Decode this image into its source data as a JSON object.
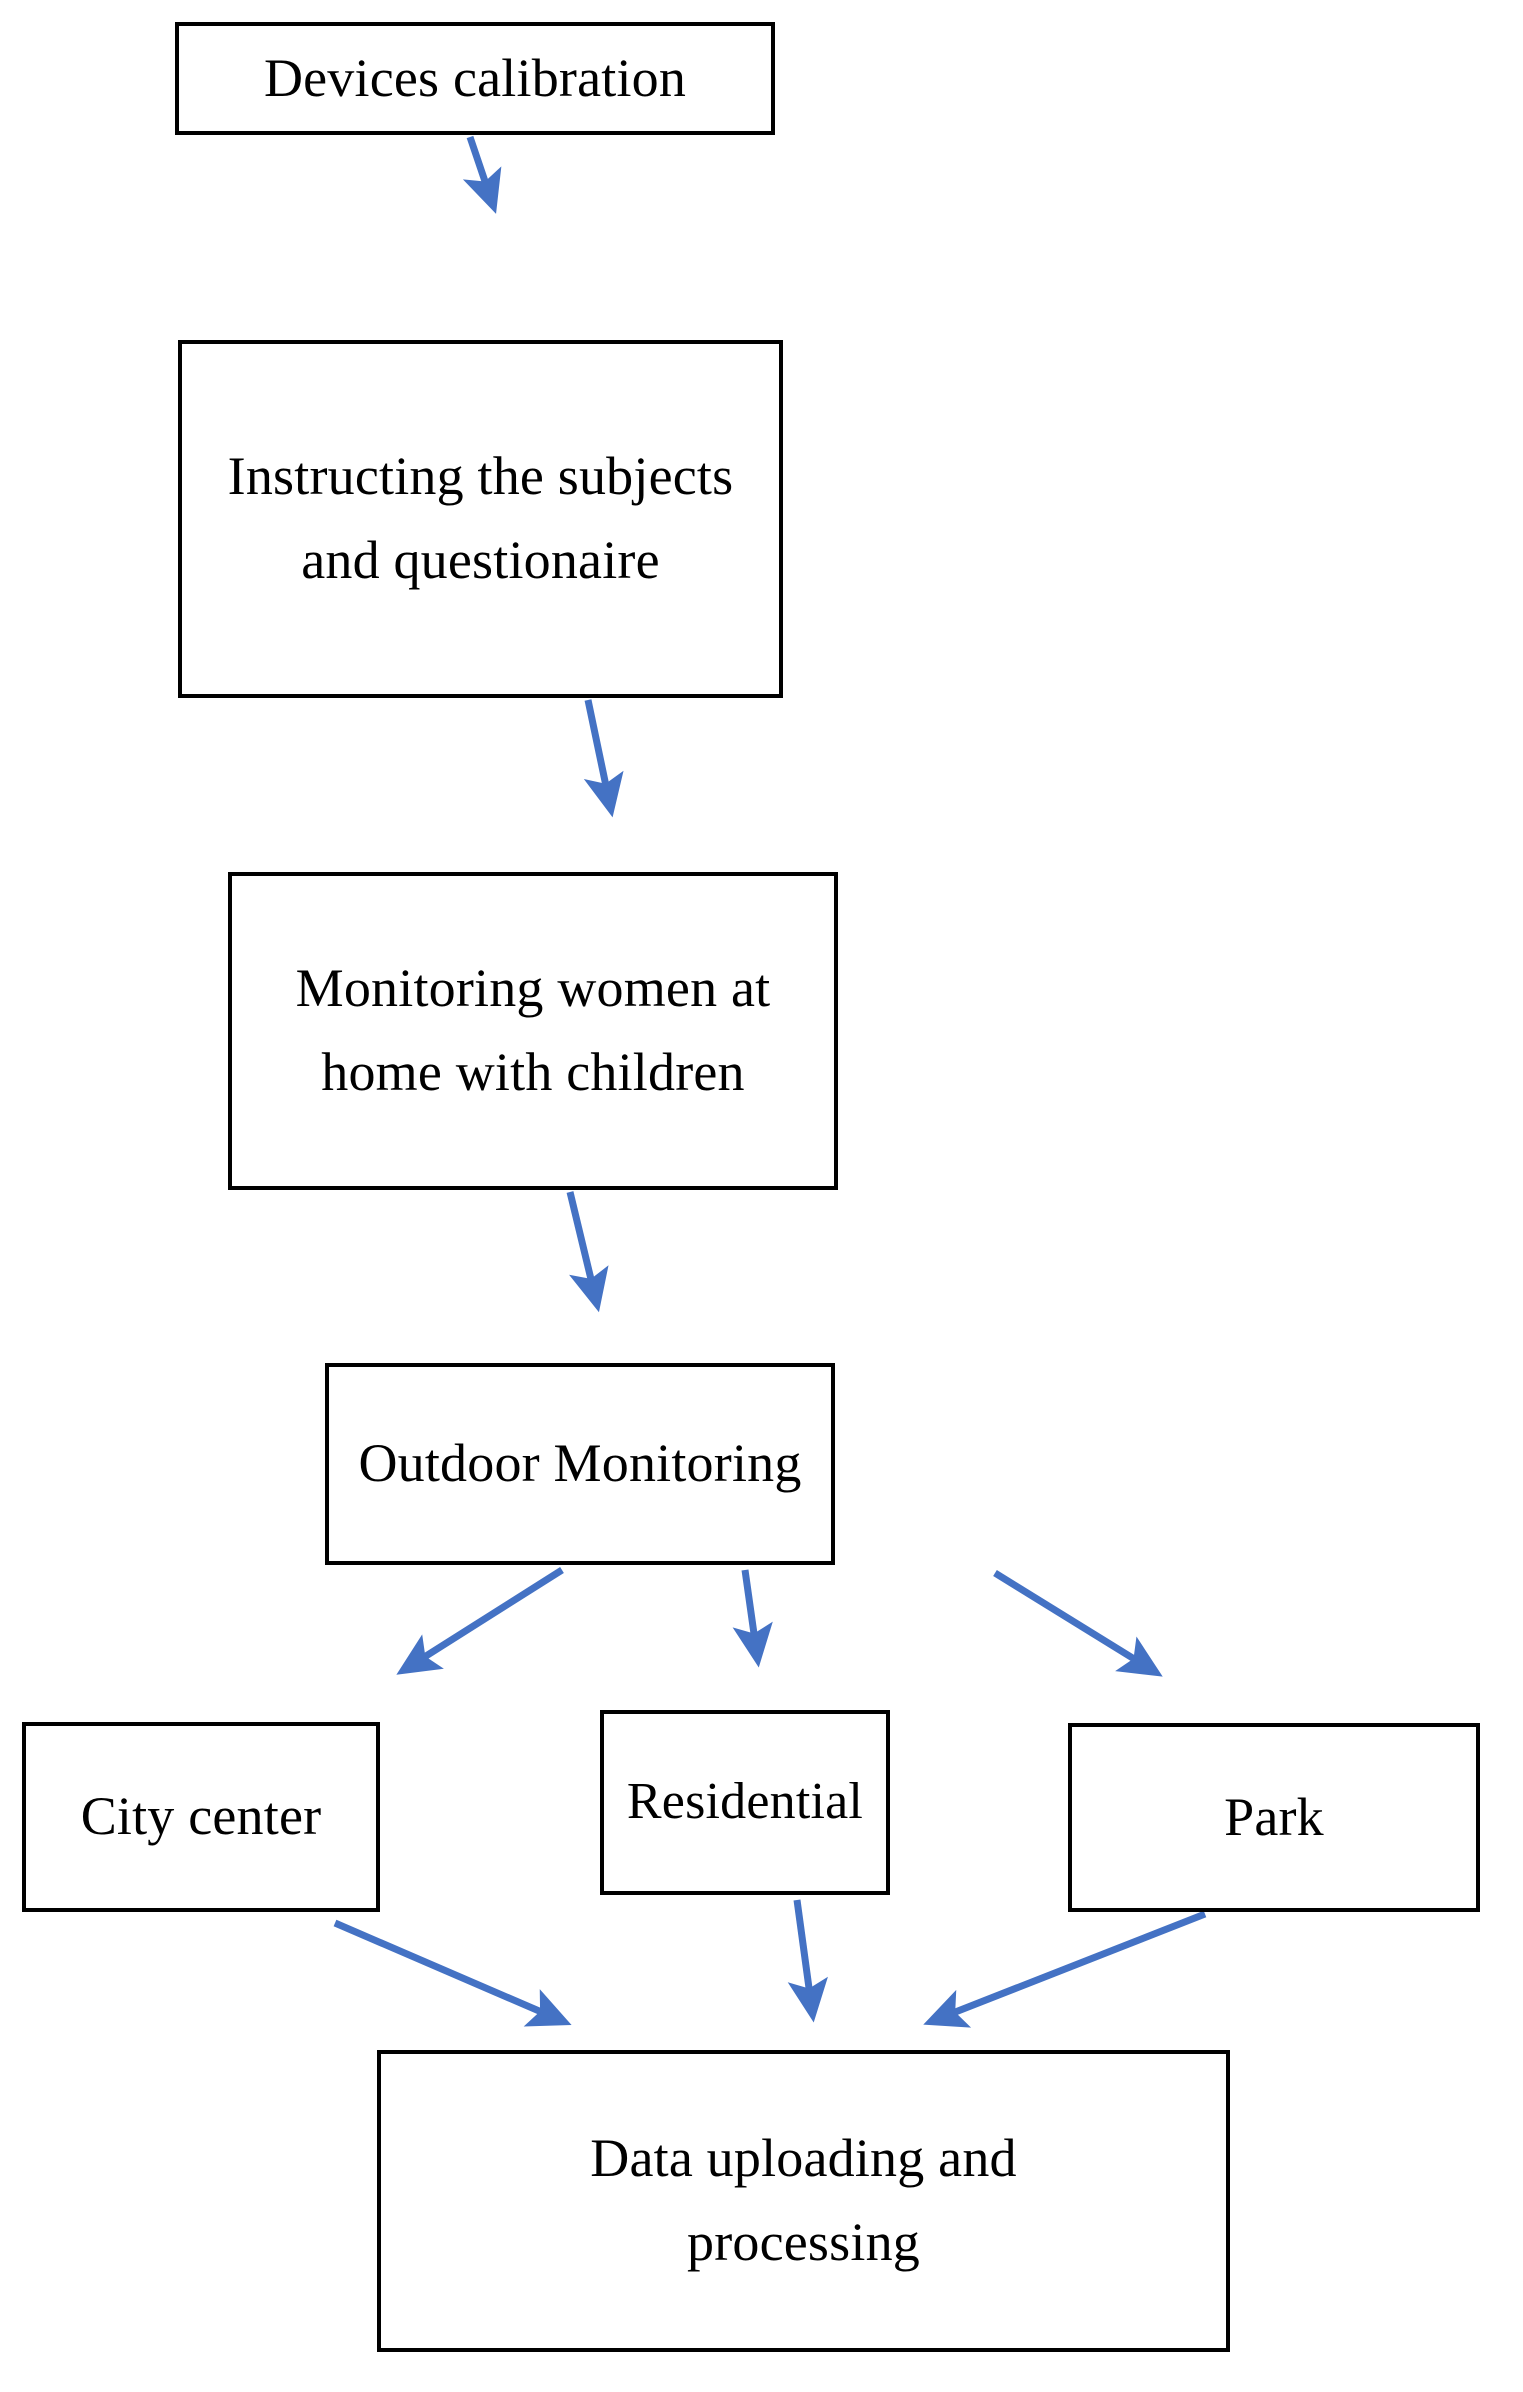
{
  "diagram": {
    "title": "Study workflow flowchart",
    "colors": {
      "box_border": "#000000",
      "box_fill": "#ffffff",
      "arrow": "#4472C4",
      "text": "#000000"
    },
    "nodes": [
      {
        "id": "devices-calibration",
        "lines": [
          "Devices calibration"
        ],
        "line1": "Devices calibration",
        "line2": ""
      },
      {
        "id": "instructing-subjects",
        "lines": [
          "Instructing the subjects",
          "and questionaire"
        ],
        "line1": "Instructing the subjects",
        "line2": "and questionaire"
      },
      {
        "id": "monitoring-home",
        "lines": [
          "Monitoring women at",
          "home with children"
        ],
        "line1": "Monitoring women at",
        "line2": "home with children"
      },
      {
        "id": "outdoor-monitoring",
        "lines": [
          "Outdoor Monitoring"
        ],
        "line1": "Outdoor Monitoring",
        "line2": ""
      },
      {
        "id": "city-center",
        "lines": [
          "City center"
        ],
        "line1": "City center",
        "line2": ""
      },
      {
        "id": "residential",
        "lines": [
          "Residential"
        ],
        "line1": "Residential",
        "line2": ""
      },
      {
        "id": "park",
        "lines": [
          "Park"
        ],
        "line1": "Park",
        "line2": ""
      },
      {
        "id": "data-uploading",
        "lines": [
          "Data uploading and",
          "processing"
        ],
        "line1": "Data uploading and",
        "line2": "processing"
      }
    ],
    "edges": [
      {
        "id": "edge-calibration-to-instructing",
        "from": "devices-calibration",
        "to": "instructing-subjects"
      },
      {
        "id": "edge-instructing-to-monitoring-home",
        "from": "instructing-subjects",
        "to": "monitoring-home"
      },
      {
        "id": "edge-monitoring-home-to-outdoor",
        "from": "monitoring-home",
        "to": "outdoor-monitoring"
      },
      {
        "id": "edge-outdoor-to-city-center",
        "from": "outdoor-monitoring",
        "to": "city-center"
      },
      {
        "id": "edge-outdoor-to-residential",
        "from": "outdoor-monitoring",
        "to": "residential"
      },
      {
        "id": "edge-outdoor-to-park",
        "from": "outdoor-monitoring",
        "to": "park"
      },
      {
        "id": "edge-city-center-to-data-uploading",
        "from": "city-center",
        "to": "data-uploading"
      },
      {
        "id": "edge-residential-to-data-uploading",
        "from": "residential",
        "to": "data-uploading"
      },
      {
        "id": "edge-park-to-data-uploading",
        "from": "park",
        "to": "data-uploading"
      }
    ]
  }
}
